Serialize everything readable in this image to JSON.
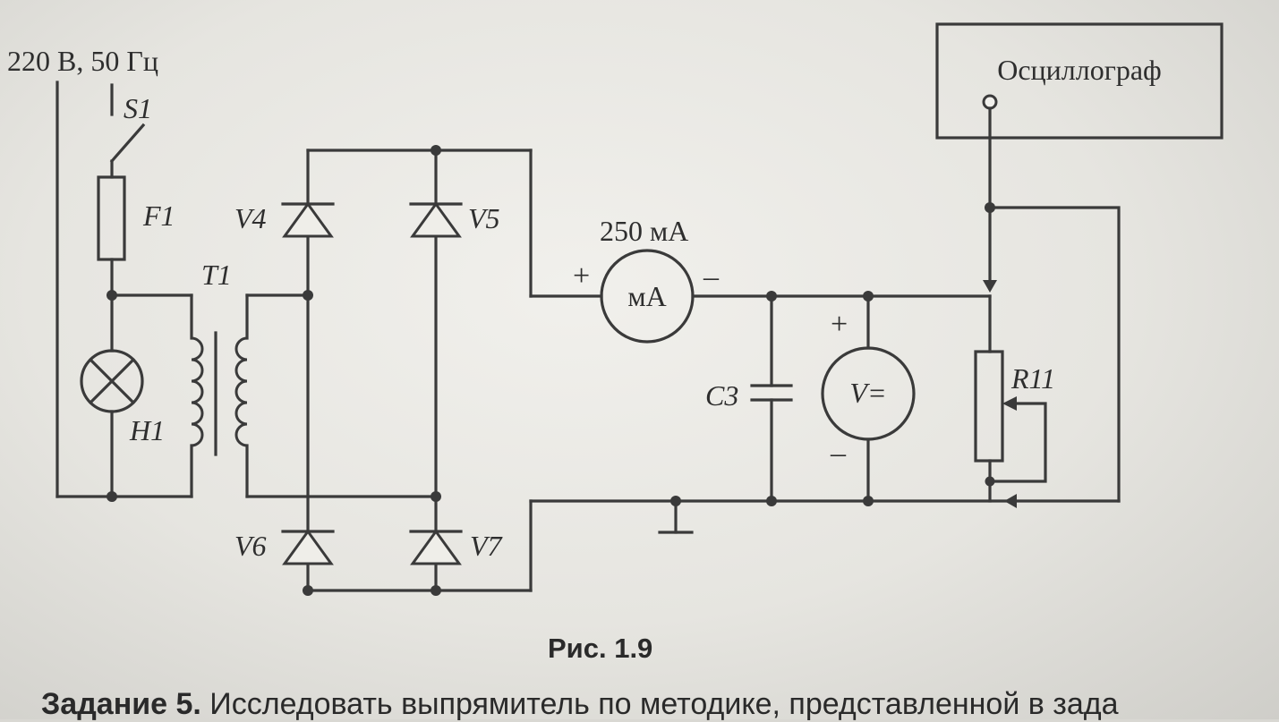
{
  "supply": {
    "label": "220 В, 50 Гц"
  },
  "components": {
    "switch": "S1",
    "fuse": "F1",
    "lamp": "H1",
    "transformer": "T1",
    "diode_v4": "V4",
    "diode_v5": "V5",
    "diode_v6": "V6",
    "diode_v7": "V7",
    "capacitor": "C3",
    "resistor": "R11",
    "oscilloscope": "Осциллограф",
    "milliammeter_rating": "250 мА",
    "milliammeter_symbol": "мА",
    "voltmeter_symbol": "V="
  },
  "polarity": {
    "plus": "+",
    "minus": "–"
  },
  "figure": {
    "caption": "Рис. 1.9"
  },
  "task": {
    "label": "Задание 5.",
    "text": " Исследовать выпрямитель по методике, представленной в зада"
  },
  "colors": {
    "ink": "#3a3a3a",
    "paper": "#f1f0ec"
  }
}
